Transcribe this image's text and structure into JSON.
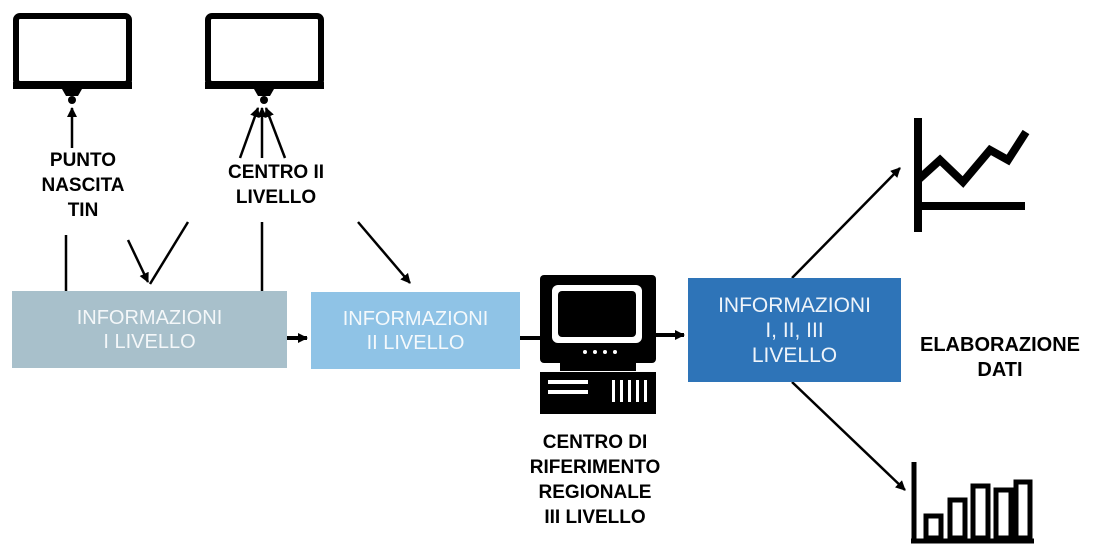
{
  "labels": {
    "punto_nascita": [
      "PUNTO",
      "NASCITA",
      "TIN"
    ],
    "centro_ii_livello": [
      "CENTRO II",
      "LIVELLO"
    ],
    "centro_riferimento": [
      "CENTRO DI",
      "RIFERIMENTO",
      "REGIONALE",
      "III LIVELLO"
    ],
    "elaborazione": [
      "ELABORAZIONE",
      "DATI"
    ]
  },
  "boxes": {
    "informazioni_i": [
      "INFORMAZIONI",
      "I LIVELLO"
    ],
    "informazioni_ii": [
      "INFORMAZIONI",
      "II LIVELLO"
    ],
    "informazioni_all": [
      "INFORMAZIONI",
      "I, II, III",
      "LIVELLO"
    ]
  },
  "colors": {
    "box_i": "#a8c0cb",
    "box_ii": "#8fc3e6",
    "box_all": "#2e74b8",
    "lines": "#000000"
  },
  "icons": [
    "monitor-icon",
    "monitor-icon",
    "desktop-computer-icon",
    "line-chart-icon",
    "bar-chart-icon"
  ]
}
